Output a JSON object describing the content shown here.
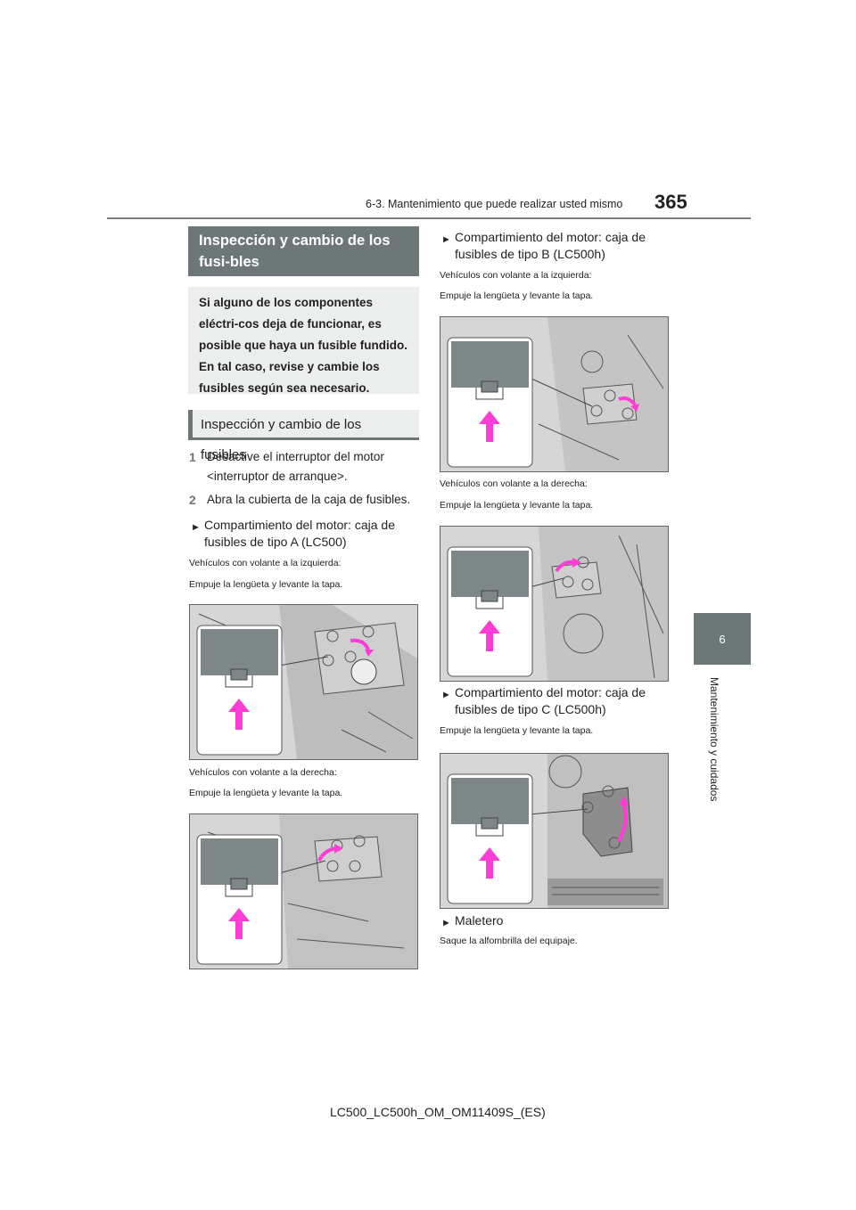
{
  "header": {
    "page_number": "365",
    "section": "6-3. Mantenimiento que puede realizar usted mismo"
  },
  "side_tab": {
    "number": "6",
    "label": "Mantenimiento y cuidados"
  },
  "left": {
    "heading1": "Inspección y cambio de los fusi-bles",
    "intro": "Si alguno de los componentes eléctri-cos deja de funcionar, es posible que haya un fusible fundido. En tal caso, revise y cambie los fusibles según sea necesario.",
    "heading2": "Inspección y cambio de los fusibles",
    "steps": [
      {
        "n": "1",
        "text": "Desactive el interruptor del motor <interruptor de arranque>."
      },
      {
        "n": "2",
        "text": "Abra la cubierta de la caja de fusibles."
      }
    ],
    "bullet_a": "Compartimiento del motor: caja de fusibles de tipo A (LC500)",
    "lhd_a": "Vehículos con volante a la izquierda:",
    "push_a1": "Empuje la lengüeta y levante la tapa.",
    "rhd_a": "Vehículos con volante a la derecha:",
    "push_a2": "Empuje la lengüeta y levante la tapa."
  },
  "right": {
    "bullet_b": "Compartimiento del motor: caja de fusibles de tipo B (LC500h)",
    "lhd_b": "Vehículos con volante a la izquierda:",
    "push_b1": "Empuje la lengüeta y levante la tapa.",
    "rhd_b": "Vehículos con volante a la derecha:",
    "push_b2": "Empuje la lengüeta y levante la tapa.",
    "bullet_c": "Compartimiento del motor: caja de fusibles de tipo C (LC500h)",
    "push_c": "Empuje la lengüeta y levante la tapa.",
    "bullet_trunk": "Maletero",
    "trunk_text": "Saque la alfombrilla del equipaje."
  },
  "footer": {
    "code": "LC500_LC500h_OM_OM11409S_(ES)"
  },
  "colors": {
    "accent_gray": "#6e7777",
    "arrow_magenta": "#ff3dd6"
  }
}
